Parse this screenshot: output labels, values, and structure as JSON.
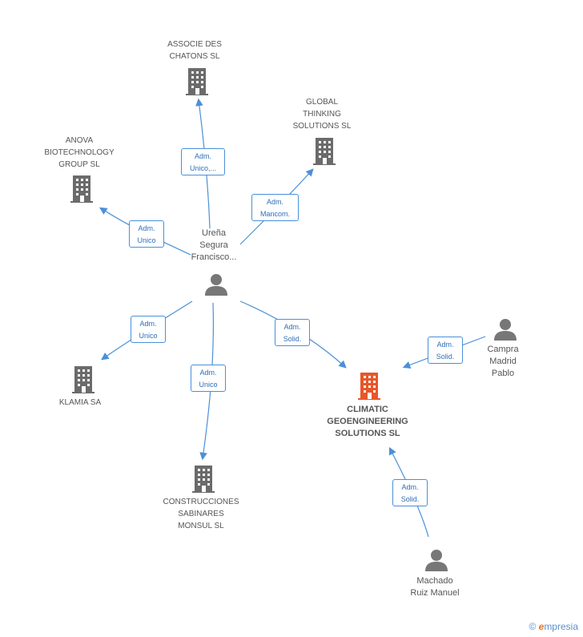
{
  "nodes": {
    "associe": {
      "label": "ASSOCIE DES\nCHATONS SL",
      "icon": "building-icon"
    },
    "global": {
      "label": "GLOBAL\nTHINKING\nSOLUTIONS SL",
      "icon": "building-icon"
    },
    "anova": {
      "label": "ANOVA\nBIOTECHNOLOGY\nGROUP SL",
      "icon": "building-icon"
    },
    "urena": {
      "label": "Ureña\nSegura\nFrancisco...",
      "icon": "person-icon"
    },
    "klamia": {
      "label": "KLAMIA SA",
      "icon": "building-icon"
    },
    "construcciones": {
      "label": "CONSTRUCCIONES\nSABINARES\nMONSUL SL",
      "icon": "building-icon"
    },
    "climatic": {
      "label": "CLIMATIC\nGEOENGINEERING\nSOLUTIONS SL",
      "icon": "building-icon"
    },
    "campra": {
      "label": "Campra\nMadrid\nPablo",
      "icon": "person-icon"
    },
    "machado": {
      "label": "Machado\nRuiz Manuel",
      "icon": "person-icon"
    }
  },
  "edges": {
    "to_associe": "Adm.\nUnico,...",
    "to_global": "Adm.\nMancom.",
    "to_anova": "Adm.\nUnico",
    "to_klamia": "Adm.\nUnico",
    "to_construcciones": "Adm.\nUnico",
    "to_climatic_from_urena": "Adm.\nSolid.",
    "to_climatic_from_campra": "Adm.\nSolid.",
    "to_climatic_from_machado": "Adm.\nSolid."
  },
  "colors": {
    "edge": "#4a90d9",
    "company_icon": "#6b6b6b",
    "focus_icon": "#e8562a",
    "person_icon": "#777777"
  },
  "brand": {
    "copyright": "©",
    "name": "mpresia",
    "initial": "e"
  }
}
